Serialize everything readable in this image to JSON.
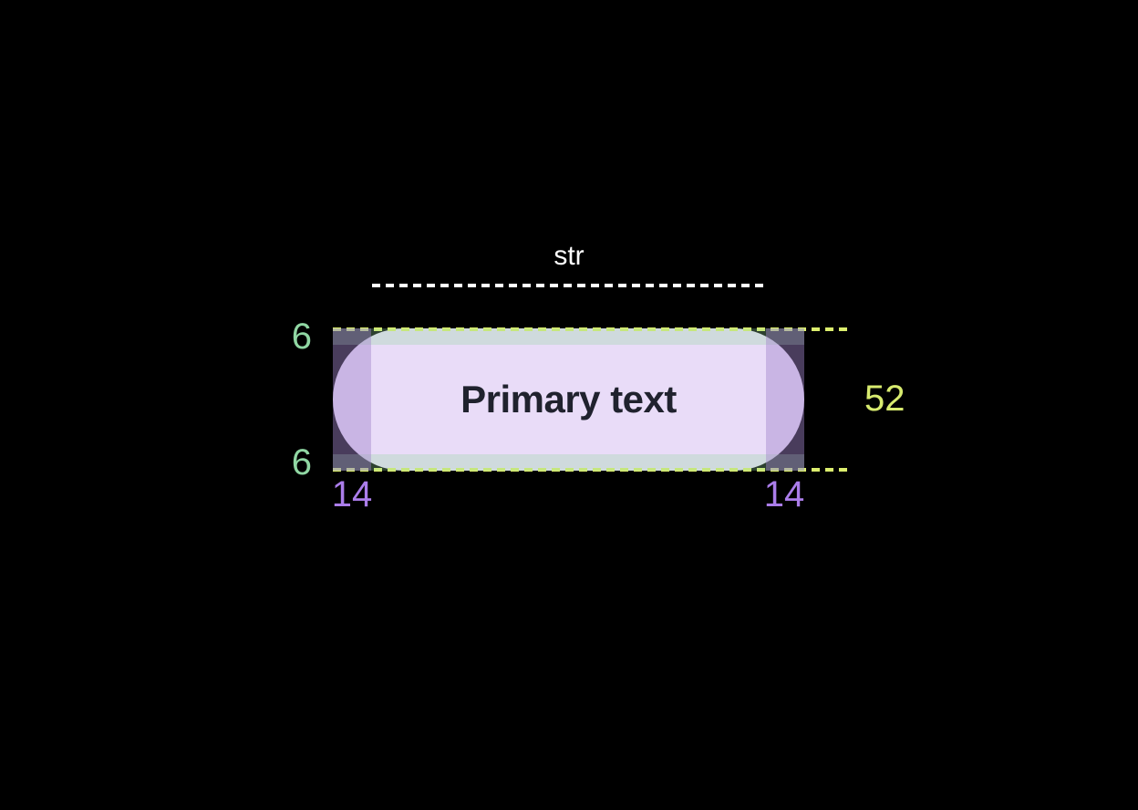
{
  "diagram": {
    "type": "button-anatomy-spec",
    "button": {
      "label": "Primary text"
    },
    "annotations": {
      "text_width": "str",
      "padding_top": "6",
      "padding_bottom": "6",
      "padding_left": "14",
      "padding_right": "14",
      "height": "52"
    },
    "colors": {
      "canvas_bg": "#000000",
      "button_fill": "#e9dcf8",
      "button_text": "#20222e",
      "str_color": "#ffffff",
      "guide_color": "#dcee6e",
      "vpad_overlay": "rgba(148, 214, 160, 0.30)",
      "hpad_overlay": "rgba(161, 134, 205, 0.45)",
      "vpad_label_color": "#90d7a3",
      "hpad_label_color": "#ab7dea",
      "height_label_color": "#d8eb6f"
    }
  }
}
